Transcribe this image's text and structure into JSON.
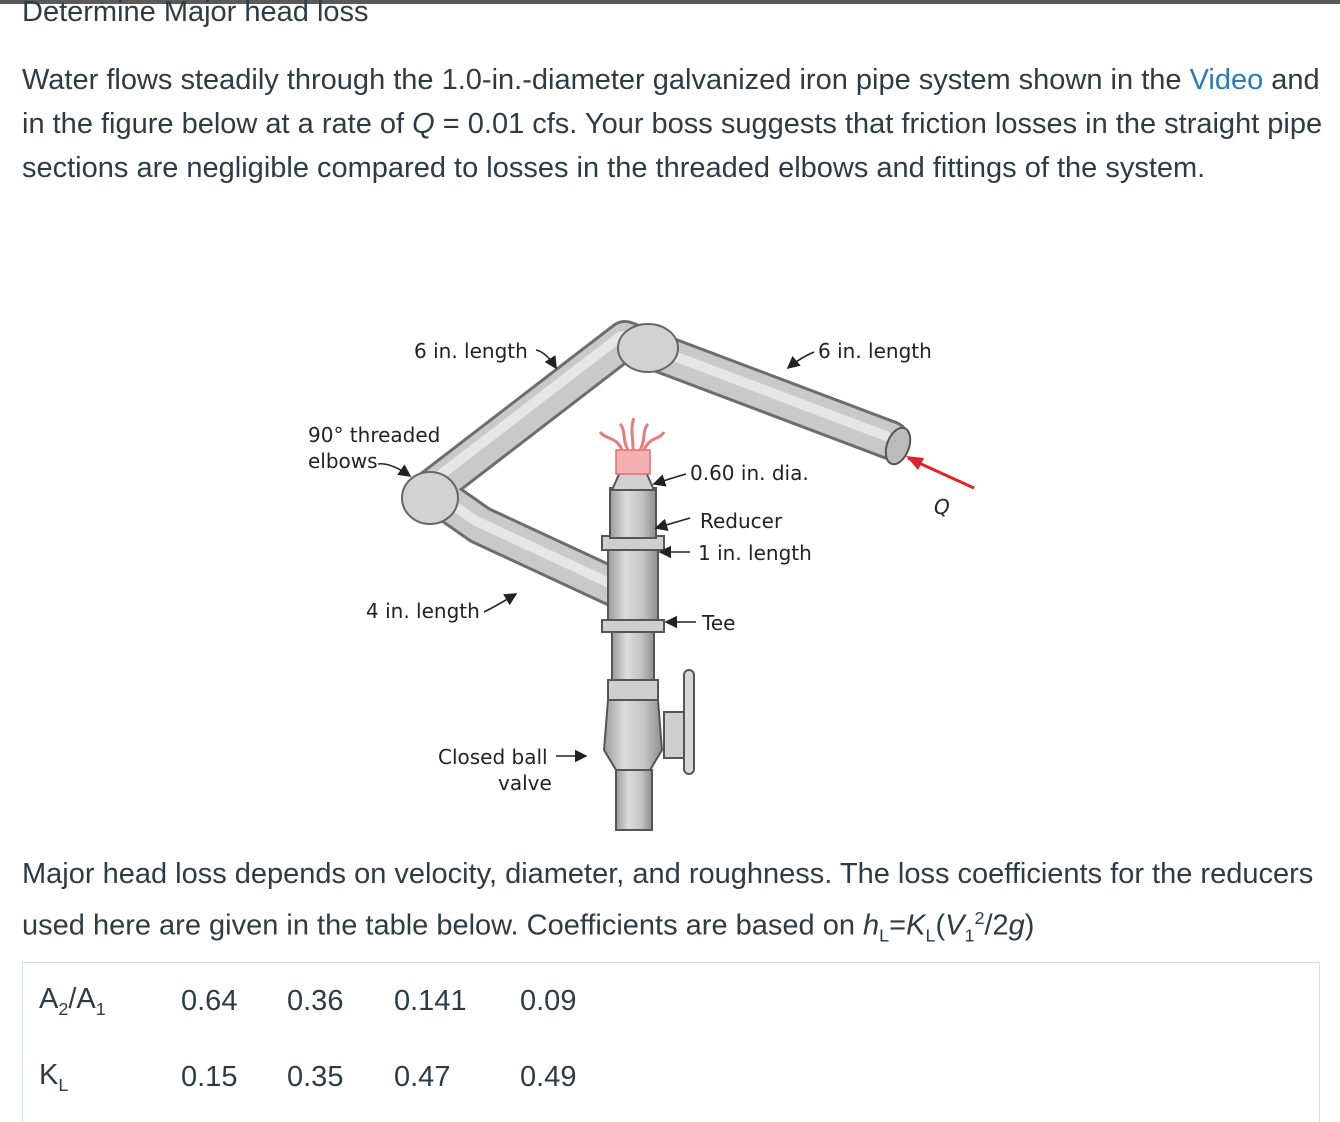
{
  "heading": "Determine Major head loss",
  "intro": {
    "before_link": "Water flows steadily through the 1.0-in.-diameter galvanized iron pipe system shown in the ",
    "link": "Video",
    "after_link_1": " and in the figure below at a rate of ",
    "q_symbol": "Q",
    "after_link_2": " = 0.01 cfs. Your boss suggests that friction losses in the straight pipe sections are negligible compared to losses in the threaded elbows and fittings of the system."
  },
  "figure": {
    "label_6in_left": "6 in. length",
    "label_6in_right": "6 in. length",
    "label_elbows_1": "90° threaded",
    "label_elbows_2": "elbows",
    "label_dia": "0.60 in. dia.",
    "label_reducer": "Reducer",
    "label_1in": "1 in. length",
    "label_4in": "4 in. length",
    "label_tee": "Tee",
    "label_valve_1": "Closed ball",
    "label_valve_2": "valve",
    "label_q": "Q",
    "arrow_color": "#e0242c",
    "pipe_color": "#c8c8c8",
    "water_color": "#f08c8c"
  },
  "body2": {
    "text": "Major head loss depends on velocity, diameter, and roughness. The loss coefficients for the reducers used here are given in the table below. Coefficients are based on ",
    "h": "h",
    "h_sub": "L",
    "eq": "=",
    "k": "K",
    "k_sub": "L",
    "open": "(",
    "v": "V",
    "v_sub": "1",
    "v_sup": "2",
    "slash": "/2",
    "g": "g",
    "close": ")"
  },
  "table": {
    "row1_a2": "A",
    "row1_sub2": "2",
    "row1_slash": "/A",
    "row1_sub1": "1",
    "row1_values": [
      "0.64",
      "0.36",
      "0.141",
      "0.09"
    ],
    "row2_k": "K",
    "row2_sub": "L",
    "row2_values": [
      "0.15",
      "0.35",
      "0.47",
      "0.49"
    ]
  }
}
